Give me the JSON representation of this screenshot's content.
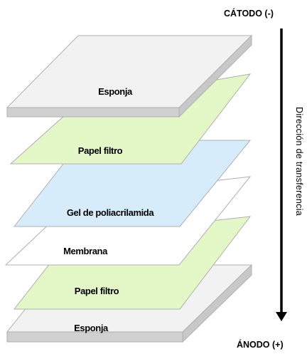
{
  "diagram": {
    "cathode_label": "CÁTODO  (-)",
    "anode_label": "ÁNODO  (+)",
    "direction_label": "Dirección de transferencia",
    "colors": {
      "sponge_top": "#f2f2f2",
      "sponge_side": "#d0d0d0",
      "filter_paper": "#e4f7c6",
      "gel": "#d6ecfa",
      "membrane": "#ffffff",
      "outline": "#b0b0b0",
      "arrow": "#000000"
    },
    "layers": [
      {
        "key": "sponge_top",
        "label": "Esponja",
        "kind": "sponge"
      },
      {
        "key": "filter_paper_top",
        "label": "Papel filtro",
        "kind": "filter_paper"
      },
      {
        "key": "gel",
        "label": "Gel de poliacrilamida",
        "kind": "gel"
      },
      {
        "key": "membrane",
        "label": "Membrana",
        "kind": "membrane"
      },
      {
        "key": "filter_paper_bottom",
        "label": "Papel filtro",
        "kind": "filter_paper"
      },
      {
        "key": "sponge_bottom",
        "label": "Esponja",
        "kind": "sponge"
      }
    ]
  }
}
